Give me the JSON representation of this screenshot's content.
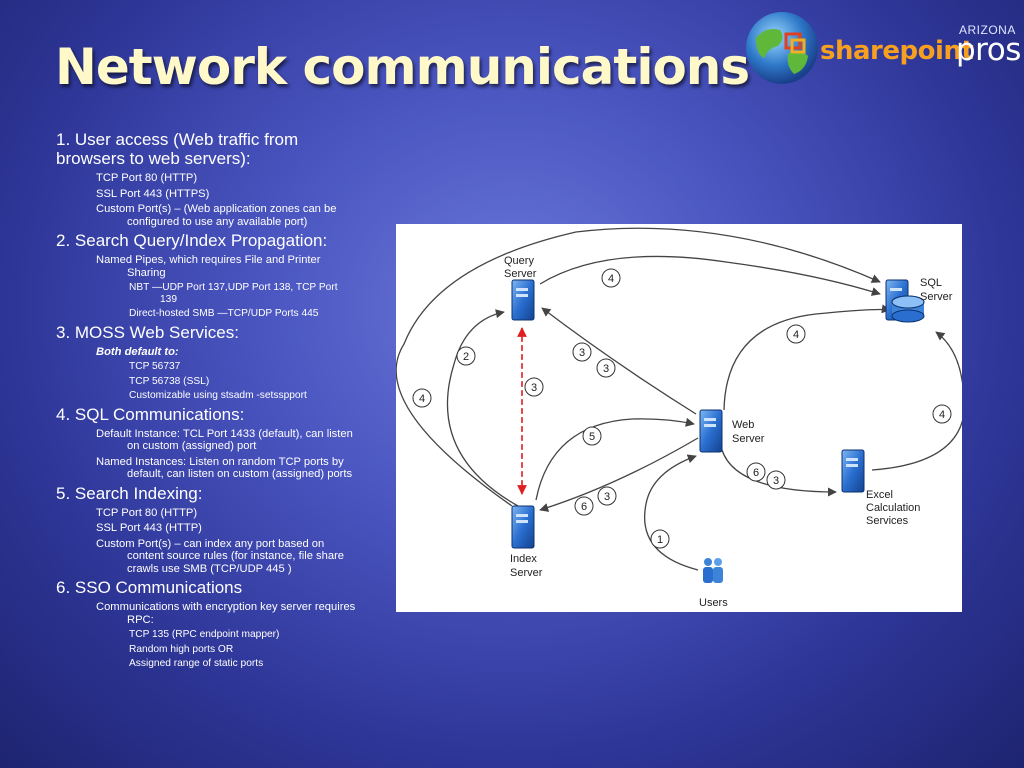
{
  "slide": {
    "title": "Network communications"
  },
  "logo": {
    "brand_part1": "sharepoint",
    "brand_part2": "pros",
    "region": "ARIZONA"
  },
  "outline": [
    {
      "level": 1,
      "text": "1. User access (Web traffic from browsers to web servers):"
    },
    {
      "level": 2,
      "text": "TCP Port 80 (HTTP)"
    },
    {
      "level": 2,
      "text": "SSL Port 443 (HTTPS)"
    },
    {
      "level": 2,
      "text": "Custom Port(s) – (Web application zones can be configured to use any available port)"
    },
    {
      "level": 1,
      "text": "2. Search Query/Index Propagation:"
    },
    {
      "level": 2,
      "text": "Named Pipes, which requires File and Printer Sharing"
    },
    {
      "level": 3,
      "text": "NBT —UDP Port 137,UDP Port 138, TCP Port 139"
    },
    {
      "level": 3,
      "text": "Direct-hosted SMB —TCP/UDP Ports 445"
    },
    {
      "level": 1,
      "text": "3. MOSS Web Services:"
    },
    {
      "level": 2,
      "text": "Both default to:",
      "style": "bold-italic"
    },
    {
      "level": 3,
      "text": "TCP 56737"
    },
    {
      "level": 3,
      "text": "TCP 56738 (SSL)"
    },
    {
      "level": 3,
      "text": "Customizable using stsadm -setsspport"
    },
    {
      "level": 1,
      "text": "4. SQL Communications:"
    },
    {
      "level": 2,
      "text": "Default Instance: TCL Port 1433 (default), can listen on custom (assigned) port"
    },
    {
      "level": 2,
      "text": "Named Instances: Listen on random TCP ports by default, can listen on custom (assigned) ports"
    },
    {
      "level": 1,
      "text": "5. Search Indexing:"
    },
    {
      "level": 2,
      "text": "TCP Port 80 (HTTP)"
    },
    {
      "level": 2,
      "text": "SSL Port 443 (HTTP)"
    },
    {
      "level": 2,
      "text": "Custom Port(s) – can index any port based on content source rules (for instance, file share crawls use SMB (TCP/UDP 445 )"
    },
    {
      "level": 1,
      "text": "6. SSO Communications"
    },
    {
      "level": 2,
      "text": "Communications with encryption key server requires RPC:"
    },
    {
      "level": 3,
      "text": "TCP 135 (RPC endpoint mapper)"
    },
    {
      "level": 3,
      "text": "Random high ports OR"
    },
    {
      "level": 3,
      "text": "Assigned range of static ports"
    }
  ],
  "diagram": {
    "nodes": {
      "query_server": [
        "Query",
        "Server"
      ],
      "sql_server": [
        "SQL",
        "Server"
      ],
      "web_server": [
        "Web",
        "Server"
      ],
      "index_server": [
        "Index",
        "Server"
      ],
      "excel_services": [
        "Excel",
        "Calculation",
        "Services"
      ],
      "users": [
        "Users"
      ]
    },
    "edge_labels": [
      "1",
      "2",
      "3",
      "4",
      "5",
      "6"
    ],
    "colors": {
      "server_blue": "#2a6fd0",
      "arrow": "#444444",
      "dashed_arrow": "#e02020"
    }
  }
}
